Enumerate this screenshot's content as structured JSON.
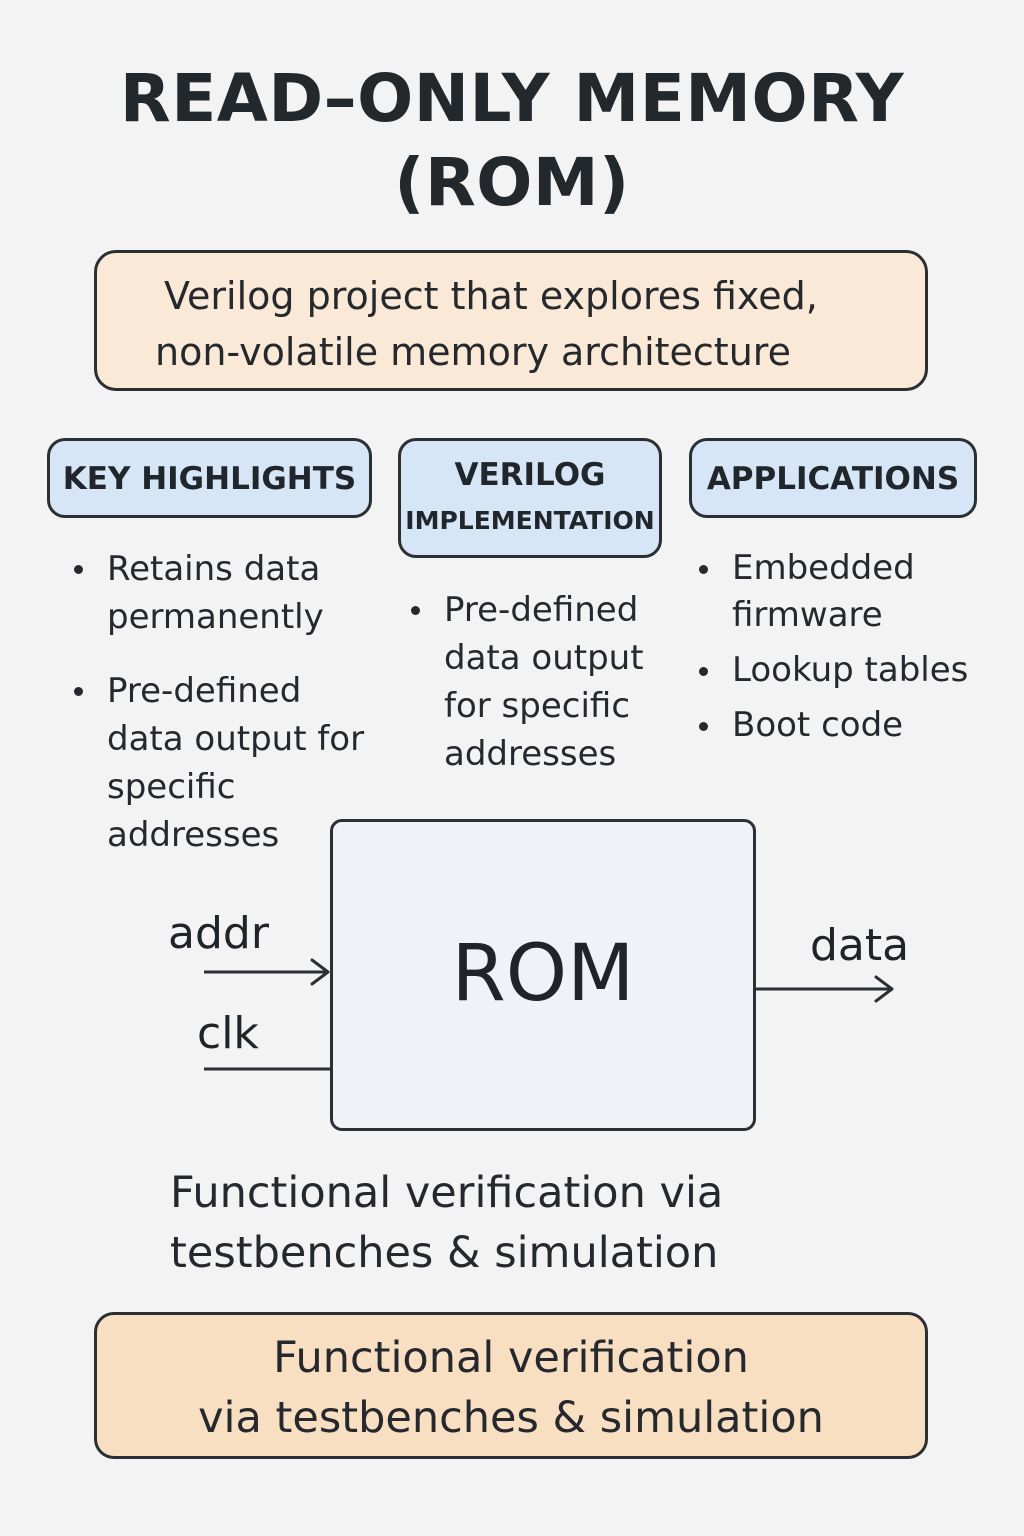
{
  "title": {
    "line1": "READ–ONLY MEMORY",
    "line2": "(ROM)"
  },
  "subtitle": {
    "line1": "Verilog project that explores fixed,",
    "line2": "non-volatile memory architecture"
  },
  "sections": {
    "key_highlights": {
      "header": "KEY HIGHLIGHTS",
      "items": [
        "Retains data permanently",
        "Pre-defined data output for specific addresses"
      ]
    },
    "verilog_implementation": {
      "header_line1": "VERILOG",
      "header_line2": "IMPLEMENTATION",
      "items": [
        "Pre-defined data output for specific addresses"
      ]
    },
    "applications": {
      "header": "APPLICATIONS",
      "items": [
        "Embedded firmware",
        "Lookup tables",
        "Boot code"
      ]
    }
  },
  "diagram": {
    "block_label": "ROM",
    "inputs": [
      "addr",
      "clk"
    ],
    "output": "data"
  },
  "caption": {
    "line1": "Functional verification via",
    "line2": "testbenches & simulation"
  },
  "footer": {
    "line1": "Functional verification",
    "line2": "via testbenches & simulation"
  },
  "colors": {
    "background": "#f3f3f3",
    "subtitle_fill": "#fbe9d7",
    "header_fill": "#d6e6f7",
    "rom_fill": "#f0f2f7",
    "footer_fill": "#f9dfc2",
    "outline": "#2b2f33"
  }
}
